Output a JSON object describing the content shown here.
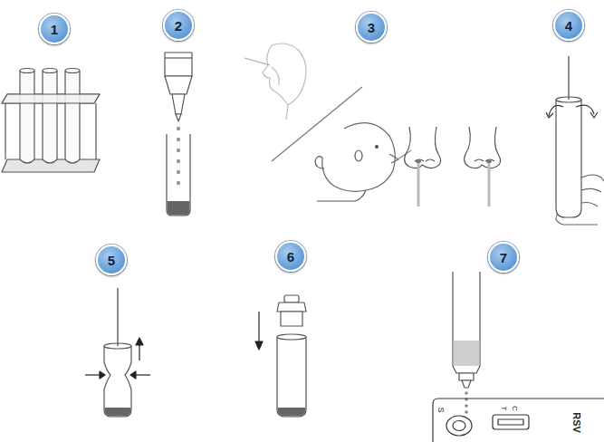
{
  "diagram": {
    "nodes": [
      {
        "text": [
          "1"
        ]
      },
      {
        "text": [
          "2"
        ]
      },
      {
        "text": [
          "3"
        ]
      },
      {
        "text": [
          "4"
        ]
      },
      {
        "text": [
          "5"
        ]
      },
      {
        "text": [
          "6"
        ]
      },
      {
        "text": [
          "7"
        ]
      }
    ],
    "labels": [
      "S",
      "T",
      "C",
      "RSV"
    ]
  }
}
